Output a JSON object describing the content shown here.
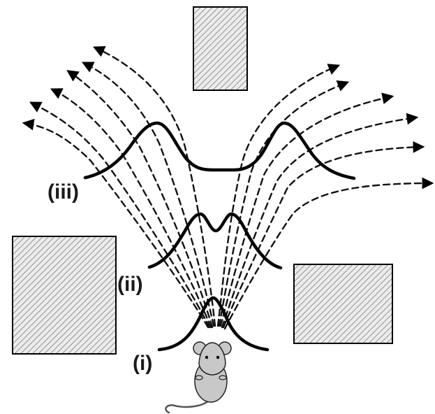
{
  "labels": {
    "curve_i": "(i)",
    "curve_ii": "(ii)",
    "curve_iii": "(iii)"
  },
  "colors": {
    "lines": "#000000",
    "box_fill": "#e6e6e6",
    "hatch": "#9a9a9a",
    "mouse_body": "#c8c8c8"
  }
}
